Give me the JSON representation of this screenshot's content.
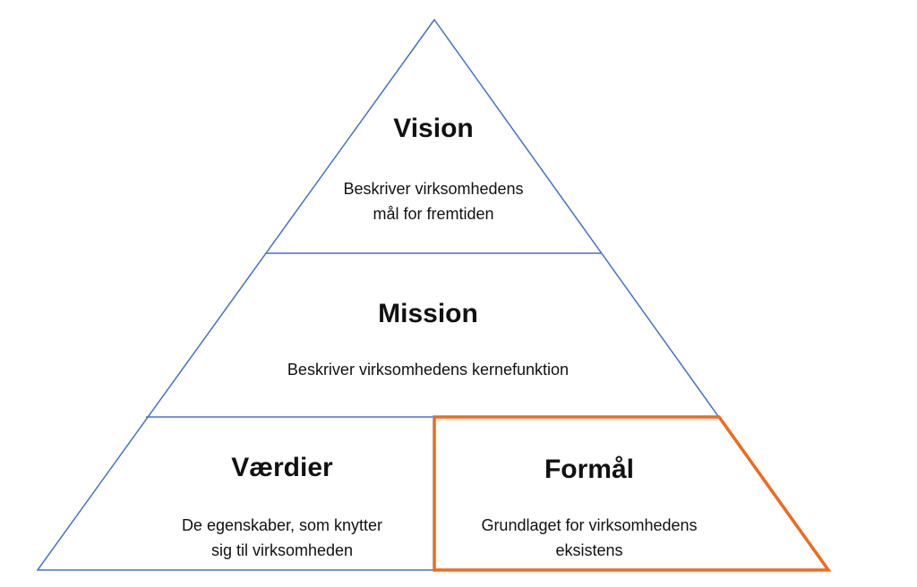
{
  "colors": {
    "outline": "#4472c4",
    "highlight": "#ed6a1f"
  },
  "vision": {
    "title": "Vision",
    "desc": [
      "Beskriver virksomhedens",
      "mål for fremtiden"
    ]
  },
  "mission": {
    "title": "Mission",
    "desc": [
      "Beskriver virksomhedens kernefunktion"
    ]
  },
  "vaerdier": {
    "title": "Værdier",
    "desc": [
      "De egenskaber, som knytter",
      "sig til virksomheden"
    ]
  },
  "formaal": {
    "title": "Formål",
    "desc": [
      "Grundlaget for virksomhedens",
      "eksistens"
    ]
  }
}
